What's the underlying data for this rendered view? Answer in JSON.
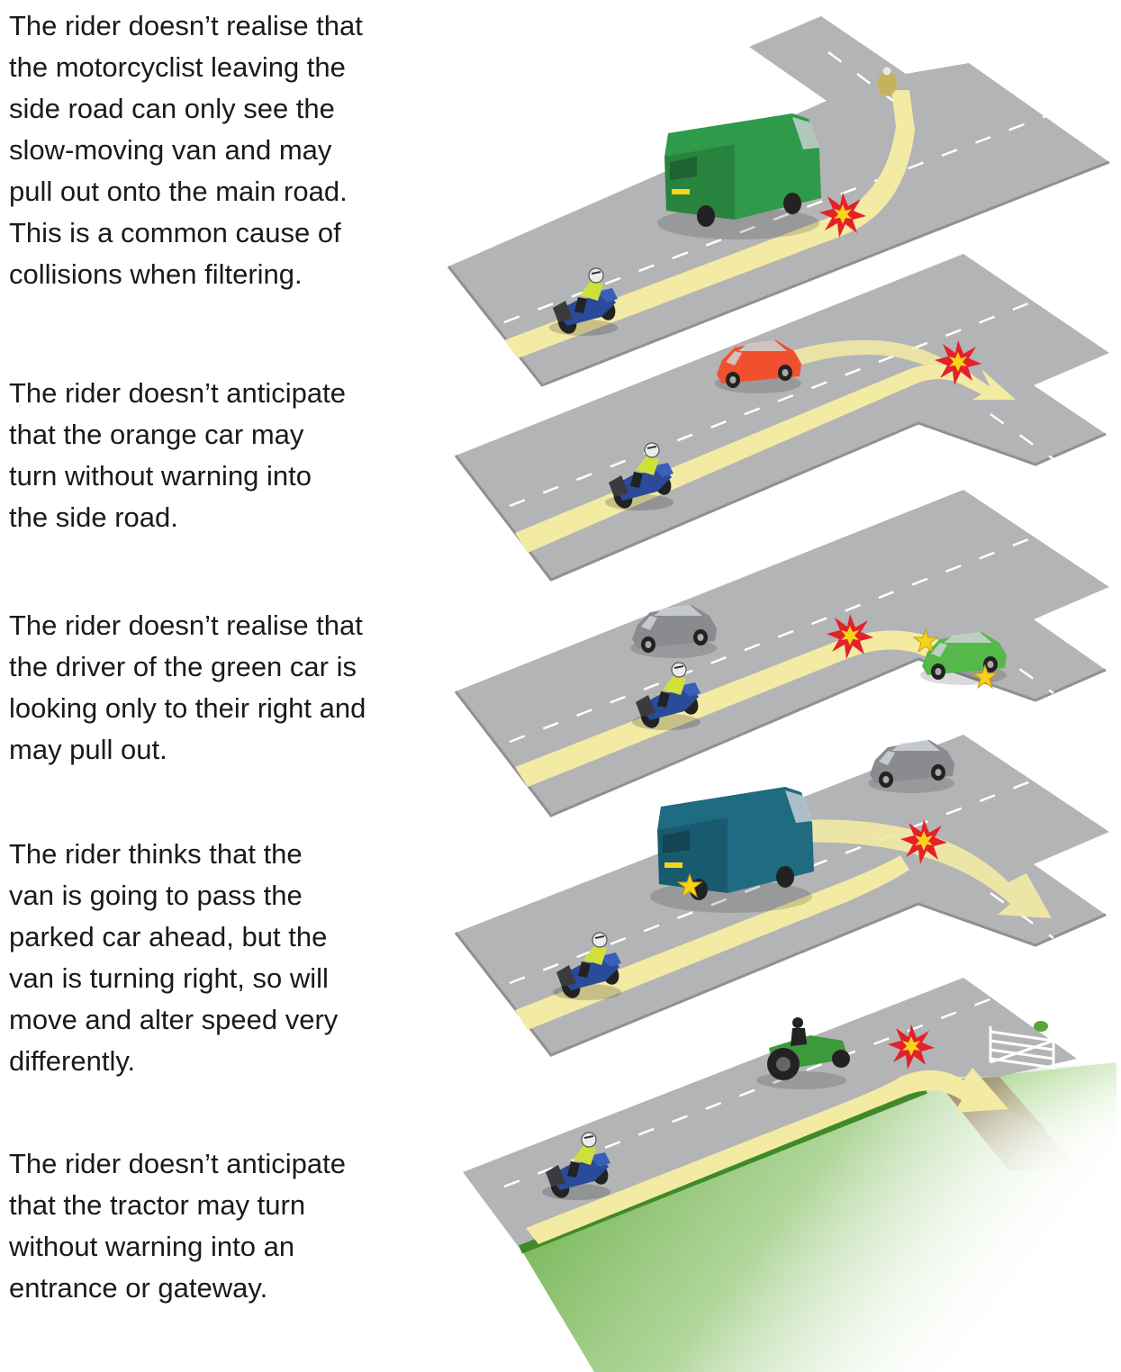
{
  "scenarios": [
    {
      "caption": "The rider doesn’t realise that\nthe motorcyclist leaving the\nside road can only see the\nslow-moving van and may\npull out onto the main road.\nThis is a common cause of\ncollisions when filtering.",
      "vehicles": [
        "motorcycle-rider",
        "green-van",
        "oncoming-motorcycle"
      ]
    },
    {
      "caption": "The rider doesn’t anticipate\nthat the orange car may\nturn without warning into\nthe side road.",
      "vehicles": [
        "motorcycle-rider",
        "orange-car"
      ]
    },
    {
      "caption": "The rider doesn’t realise that\nthe driver of the green car is\nlooking only to their right and\nmay pull out.",
      "vehicles": [
        "motorcycle-rider",
        "grey-car",
        "green-car"
      ]
    },
    {
      "caption": "The rider thinks that the\nvan is going to pass the\nparked car ahead, but the\nvan is turning right, so will\nmove and alter speed very\ndifferently.",
      "vehicles": [
        "motorcycle-rider",
        "teal-van",
        "parked-grey-car"
      ]
    },
    {
      "caption": "The rider doesn’t anticipate\nthat the tractor may turn\nwithout warning into an\nentrance or gateway.",
      "vehicles": [
        "motorcycle-rider",
        "green-tractor",
        "field-gate"
      ]
    }
  ],
  "colors": {
    "road": "#b3b4b6",
    "road_edge": "#8f9093",
    "path": "#f3eaa3",
    "grass": "#5aa535",
    "collision": "#e4202a",
    "collision_core": "#f7d41b",
    "green_van": "#2f9a4a",
    "orange_car": "#f0502d",
    "green_car": "#54b948",
    "teal_van": "#1e6b82",
    "grey_car": "#8a8b8f",
    "tractor": "#3d9a3a",
    "rider_jacket": "#cfe03b",
    "motorcycle": "#2a4a9a"
  },
  "icons": [
    "collision-star-icon",
    "hazard-star-icon",
    "motorcycle-icon",
    "van-icon",
    "car-icon",
    "tractor-icon",
    "gate-icon"
  ]
}
